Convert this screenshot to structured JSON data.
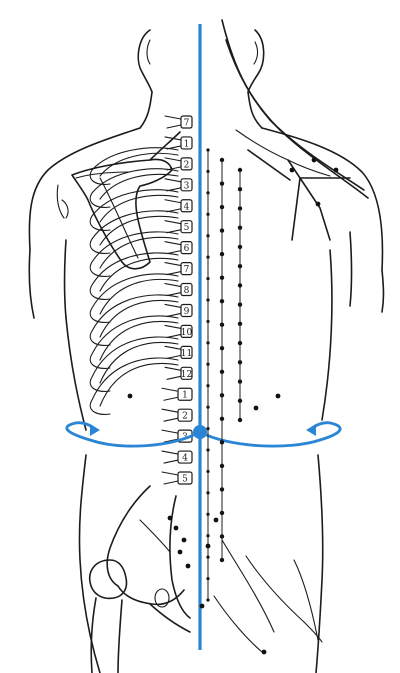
{
  "colors": {
    "ink": "#1c1c1c",
    "accent": "#2a86d4",
    "background": "#ffffff"
  },
  "vertebra_labels": {
    "cervical": [
      "7"
    ],
    "thoracic": [
      "1",
      "2",
      "3",
      "4",
      "5",
      "6",
      "7",
      "8",
      "9",
      "10",
      "11",
      "12"
    ],
    "lumbar": [
      "1",
      "2",
      "3",
      "4",
      "5"
    ]
  },
  "marker": {
    "shape": "filled-circle",
    "on": "lumbar-3"
  }
}
